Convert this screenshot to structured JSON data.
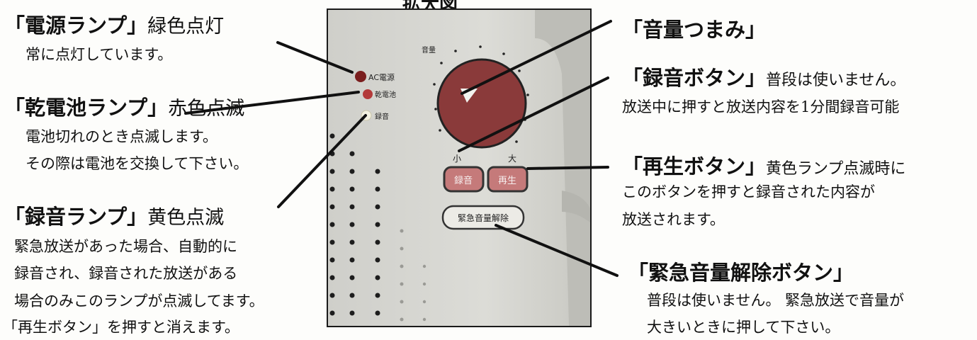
{
  "diagram_title": "拡大図",
  "power_lamp": {
    "title": "「電源ランプ」",
    "status": "緑色点灯",
    "lines": [
      "常に点灯しています。"
    ]
  },
  "battery_lamp": {
    "title": "「乾電池ランプ」",
    "status": "赤色点滅",
    "lines": [
      "電池切れのとき点滅します。",
      "その際は電池を交換して下さい。"
    ]
  },
  "record_lamp": {
    "title": "「録音ランプ」",
    "status": "黄色点滅",
    "lines": [
      "緊急放送があった場合、自動的に",
      "録音され、録音された放送がある",
      "場合のみこのランプが点滅してます。",
      "「再生ボタン」を押すと消えます。"
    ]
  },
  "volume_knob": {
    "title": "「音量つまみ」"
  },
  "record_button": {
    "title": "「録音ボタン」",
    "status": "普段は使いません。",
    "lines": [
      "放送中に押すと放送内容を1分間録音可能"
    ]
  },
  "play_button": {
    "title": "「再生ボタン」",
    "status": "黄色ランプ点滅時に",
    "lines": [
      "このボタンを押すと録音された内容が",
      "放送されます。"
    ]
  },
  "emergency_button": {
    "title": "「緊急音量解除ボタン」",
    "lines": [
      "普段は使いません。 緊急放送で音量が",
      "大きいときに押して下さい。"
    ]
  },
  "device": {
    "lamp_labels": [
      "AC電源",
      "乾電池",
      "録音"
    ],
    "knob_label": "音量",
    "knob_min": "小",
    "knob_max": "大",
    "button_record": "録音",
    "button_play": "再生",
    "button_emergency": "緊急音量解除",
    "colors": {
      "power_lamp": "#7a1e1e",
      "battery_lamp": "#b33a3a",
      "record_lamp": "#f3f1e0",
      "knob": "#8a3a3a",
      "panel": "#d9d9d4"
    }
  }
}
